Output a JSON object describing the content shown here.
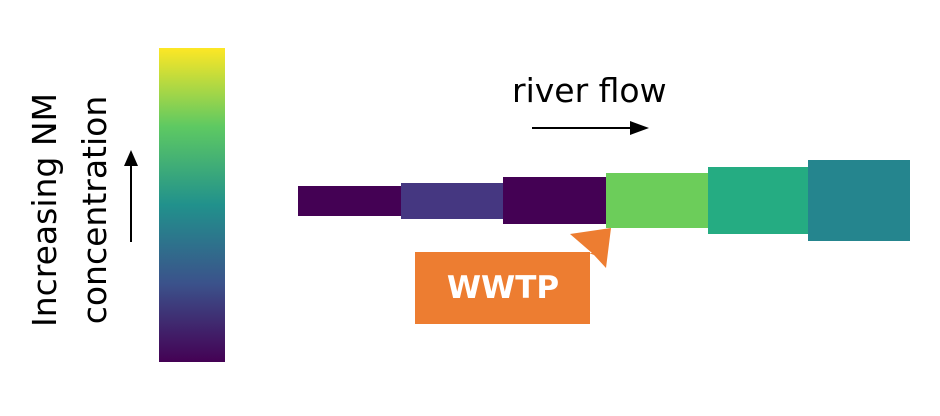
{
  "concentration_axis": {
    "label_line1": "Increasing NM",
    "label_line2": "concentration",
    "gradient_colors": [
      "#440154",
      "#3b528b",
      "#21918c",
      "#5ec962",
      "#fde725"
    ]
  },
  "river": {
    "flow_label": "river flow",
    "segments": [
      {
        "color": "#440154"
      },
      {
        "color": "#453781"
      },
      {
        "color": "#440154"
      },
      {
        "color": "#6ccd5a"
      },
      {
        "color": "#25ac82"
      },
      {
        "color": "#25858e"
      }
    ]
  },
  "source": {
    "label": "WWTP",
    "color": "#ed7d31"
  }
}
